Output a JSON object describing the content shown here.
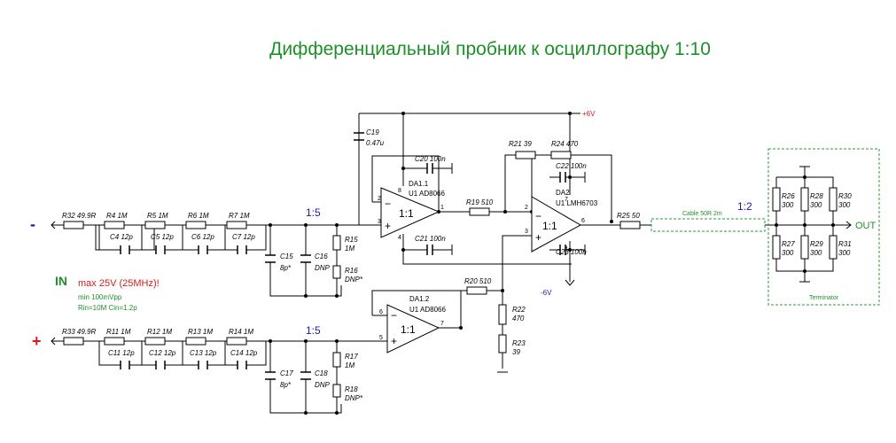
{
  "title": "Дифференциальный пробник к осциллографу 1:10",
  "colors": {
    "title": "#1f8f2a",
    "warning": "#d81a1a",
    "ratio": "#1a1aa8",
    "frame": "#2e9a3b"
  },
  "terminals": {
    "minus": "-",
    "plus": "+",
    "out": "OUT",
    "pos_supply": "+6V",
    "neg_supply": "-6V"
  },
  "ratios": {
    "top": "1:5",
    "bottom": "1:5",
    "cable": "1:2"
  },
  "input_note": {
    "in": "IN",
    "max": "max 25V (25MHz)!",
    "min": "min 100mVpp",
    "rin": "Rin=10M Cin=1.2p"
  },
  "top_chain": {
    "r32": "R32 49.9R",
    "resistors": [
      "R4 1M",
      "R5 1M",
      "R6 1M",
      "R7 1M"
    ],
    "caps": [
      "C4 12p",
      "C5 12p",
      "C6 12p",
      "C7 12p"
    ]
  },
  "bottom_chain": {
    "r33": "R33 49.9R",
    "resistors": [
      "R11 1M",
      "R12 1M",
      "R13 1M",
      "R14 1M"
    ],
    "caps": [
      "C11 12p",
      "C12 12p",
      "C13 12p",
      "C14 12p"
    ]
  },
  "top_shunt": {
    "c15": "C15",
    "c15v": "8p*",
    "c16": "C16",
    "c16v": "DNP",
    "r15": "R15",
    "r15v": "1M",
    "r16": "R16",
    "r16v": "DNP*"
  },
  "bottom_shunt": {
    "c17": "C17",
    "c17v": "8p*",
    "c18": "C18",
    "c18v": "DNP",
    "r17": "R17",
    "r17v": "1M",
    "r18": "R18",
    "r18v": "DNP*"
  },
  "da11": {
    "name": "DA1.1",
    "part": "U1 AD8066",
    "gain": "1:1",
    "pins": [
      "2",
      "3",
      "1",
      "8",
      "4"
    ],
    "c19": "C19",
    "c19v": "0.47u",
    "c20": "C20 100n",
    "c21": "C21 100n"
  },
  "da12": {
    "name": "DA1.2",
    "part": "U1 AD8066",
    "gain": "1:1",
    "pins": [
      "6",
      "5",
      "7"
    ]
  },
  "da2": {
    "name": "DA2",
    "part": "U1 LMH6703",
    "gain": "1:1",
    "pins": [
      "2",
      "3",
      "6",
      "7",
      "4"
    ],
    "r21": "R21 39",
    "r24": "R24 470",
    "c22": "C22 100n",
    "c23": "C23 100n"
  },
  "mid": {
    "r19": "R19 510",
    "r20": "R20 510",
    "r22": "R22",
    "r22v": "470",
    "r23": "R23",
    "r23v": "39",
    "r25": "R25 50",
    "cable": "Cable 50R 2m"
  },
  "terminator": {
    "label": "Terminator",
    "resistors": [
      {
        "ref": "R26",
        "val": "300"
      },
      {
        "ref": "R28",
        "val": "300"
      },
      {
        "ref": "R30",
        "val": "300"
      },
      {
        "ref": "R27",
        "val": "300"
      },
      {
        "ref": "R29",
        "val": "300"
      },
      {
        "ref": "R31",
        "val": "300"
      }
    ]
  }
}
